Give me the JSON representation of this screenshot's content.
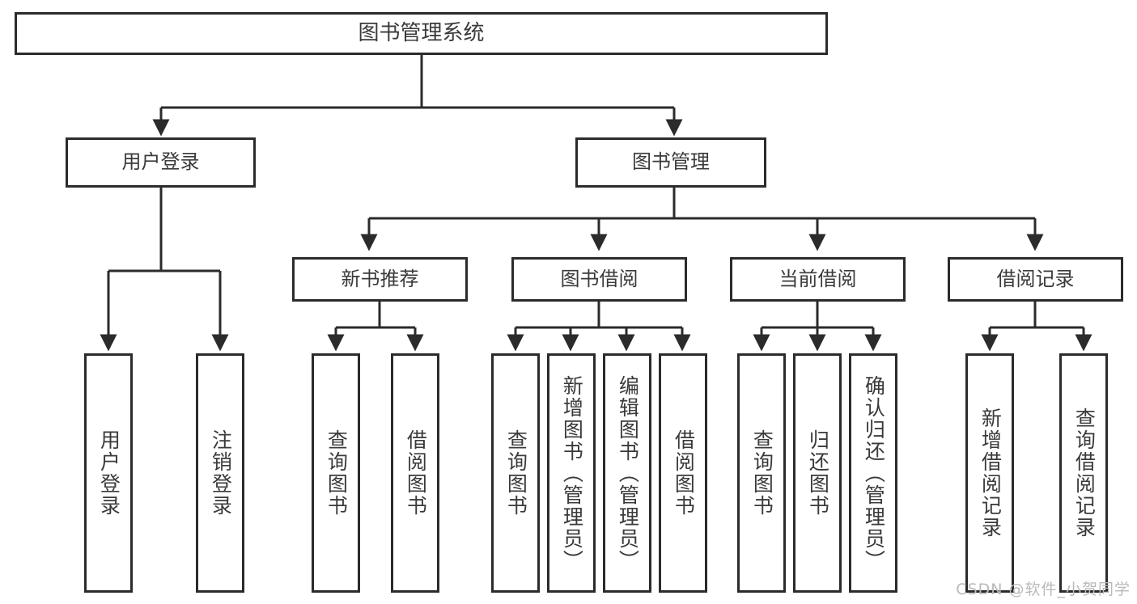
{
  "diagram": {
    "type": "tree-hierarchy",
    "title": "图书管理系统",
    "root": {
      "id": "root",
      "label": "图书管理系统"
    },
    "level2": [
      {
        "id": "user-login",
        "label": "用户登录"
      },
      {
        "id": "book-manage",
        "label": "图书管理"
      }
    ],
    "level3": [
      {
        "id": "new-book-rec",
        "label": "新书推荐",
        "parent": "book-manage"
      },
      {
        "id": "book-borrow",
        "label": "图书借阅",
        "parent": "book-manage"
      },
      {
        "id": "current-borrow",
        "label": "当前借阅",
        "parent": "book-manage"
      },
      {
        "id": "borrow-record",
        "label": "借阅记录",
        "parent": "book-manage"
      }
    ],
    "leaves": [
      {
        "id": "leaf-user-login",
        "label": "用户登录",
        "parent": "user-login"
      },
      {
        "id": "leaf-logout",
        "label": "注销登录",
        "parent": "user-login"
      },
      {
        "id": "leaf-query-book-1",
        "label": "查询图书",
        "parent": "new-book-rec"
      },
      {
        "id": "leaf-borrow-book-1",
        "label": "借阅图书",
        "parent": "new-book-rec"
      },
      {
        "id": "leaf-query-book-2",
        "label": "查询图书",
        "parent": "book-borrow"
      },
      {
        "id": "leaf-add-book",
        "label": "新增图书（管理员）",
        "parent": "book-borrow"
      },
      {
        "id": "leaf-edit-book",
        "label": "编辑图书（管理员）",
        "parent": "book-borrow"
      },
      {
        "id": "leaf-borrow-book-2",
        "label": "借阅图书",
        "parent": "book-borrow"
      },
      {
        "id": "leaf-query-book-3",
        "label": "查询图书",
        "parent": "current-borrow"
      },
      {
        "id": "leaf-return-book",
        "label": "归还图书",
        "parent": "current-borrow"
      },
      {
        "id": "leaf-confirm-return",
        "label": "确认归还（管理员）",
        "parent": "current-borrow"
      },
      {
        "id": "leaf-add-record",
        "label": "新增借阅记录",
        "parent": "borrow-record"
      },
      {
        "id": "leaf-query-record",
        "label": "查询借阅记录",
        "parent": "borrow-record"
      }
    ],
    "colors": {
      "stroke": "#2b2b2b",
      "fill": "#ffffff",
      "text": "#3a3a3a",
      "watermark": "#b9b9b9"
    }
  },
  "watermark": {
    "text": "CSDN @软件_小贺同学"
  }
}
